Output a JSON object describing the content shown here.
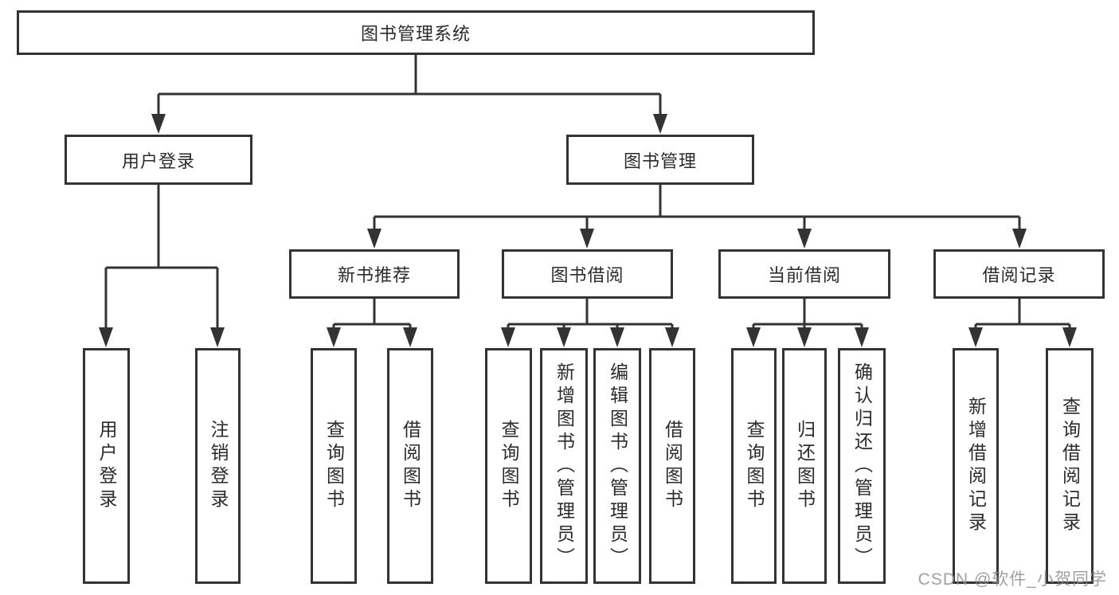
{
  "diagram": {
    "title_node": "图书管理系统",
    "root": {
      "label": "图书管理系统"
    },
    "level2": [
      {
        "label": "用户登录"
      },
      {
        "label": "图书管理"
      }
    ],
    "level3": [
      {
        "label": "新书推荐",
        "parent": "图书管理"
      },
      {
        "label": "图书借阅",
        "parent": "图书管理"
      },
      {
        "label": "当前借阅",
        "parent": "图书管理"
      },
      {
        "label": "借阅记录",
        "parent": "图书管理"
      }
    ],
    "leaves": [
      {
        "label": "用户登录",
        "parent": "用户登录"
      },
      {
        "label": "注销登录",
        "parent": "用户登录"
      },
      {
        "label": "查询图书",
        "parent": "新书推荐"
      },
      {
        "label": "借阅图书",
        "parent": "新书推荐"
      },
      {
        "label": "查询图书",
        "parent": "图书借阅"
      },
      {
        "label": "新增图书（管理员）",
        "parent": "图书借阅"
      },
      {
        "label": "编辑图书（管理员）",
        "parent": "图书借阅"
      },
      {
        "label": "借阅图书",
        "parent": "图书借阅"
      },
      {
        "label": "查询图书",
        "parent": "当前借阅"
      },
      {
        "label": "归还图书",
        "parent": "当前借阅"
      },
      {
        "label": "确认归还（管理员）",
        "parent": "当前借阅"
      },
      {
        "label": "新增借阅记录",
        "parent": "借阅记录"
      },
      {
        "label": "查询借阅记录",
        "parent": "借阅记录"
      }
    ],
    "watermark": "CSDN @软件_小贺同学",
    "colors": {
      "line": "#333333",
      "text": "#2b2b2b",
      "background": "#ffffff",
      "watermark": "#8f8f8f"
    }
  }
}
